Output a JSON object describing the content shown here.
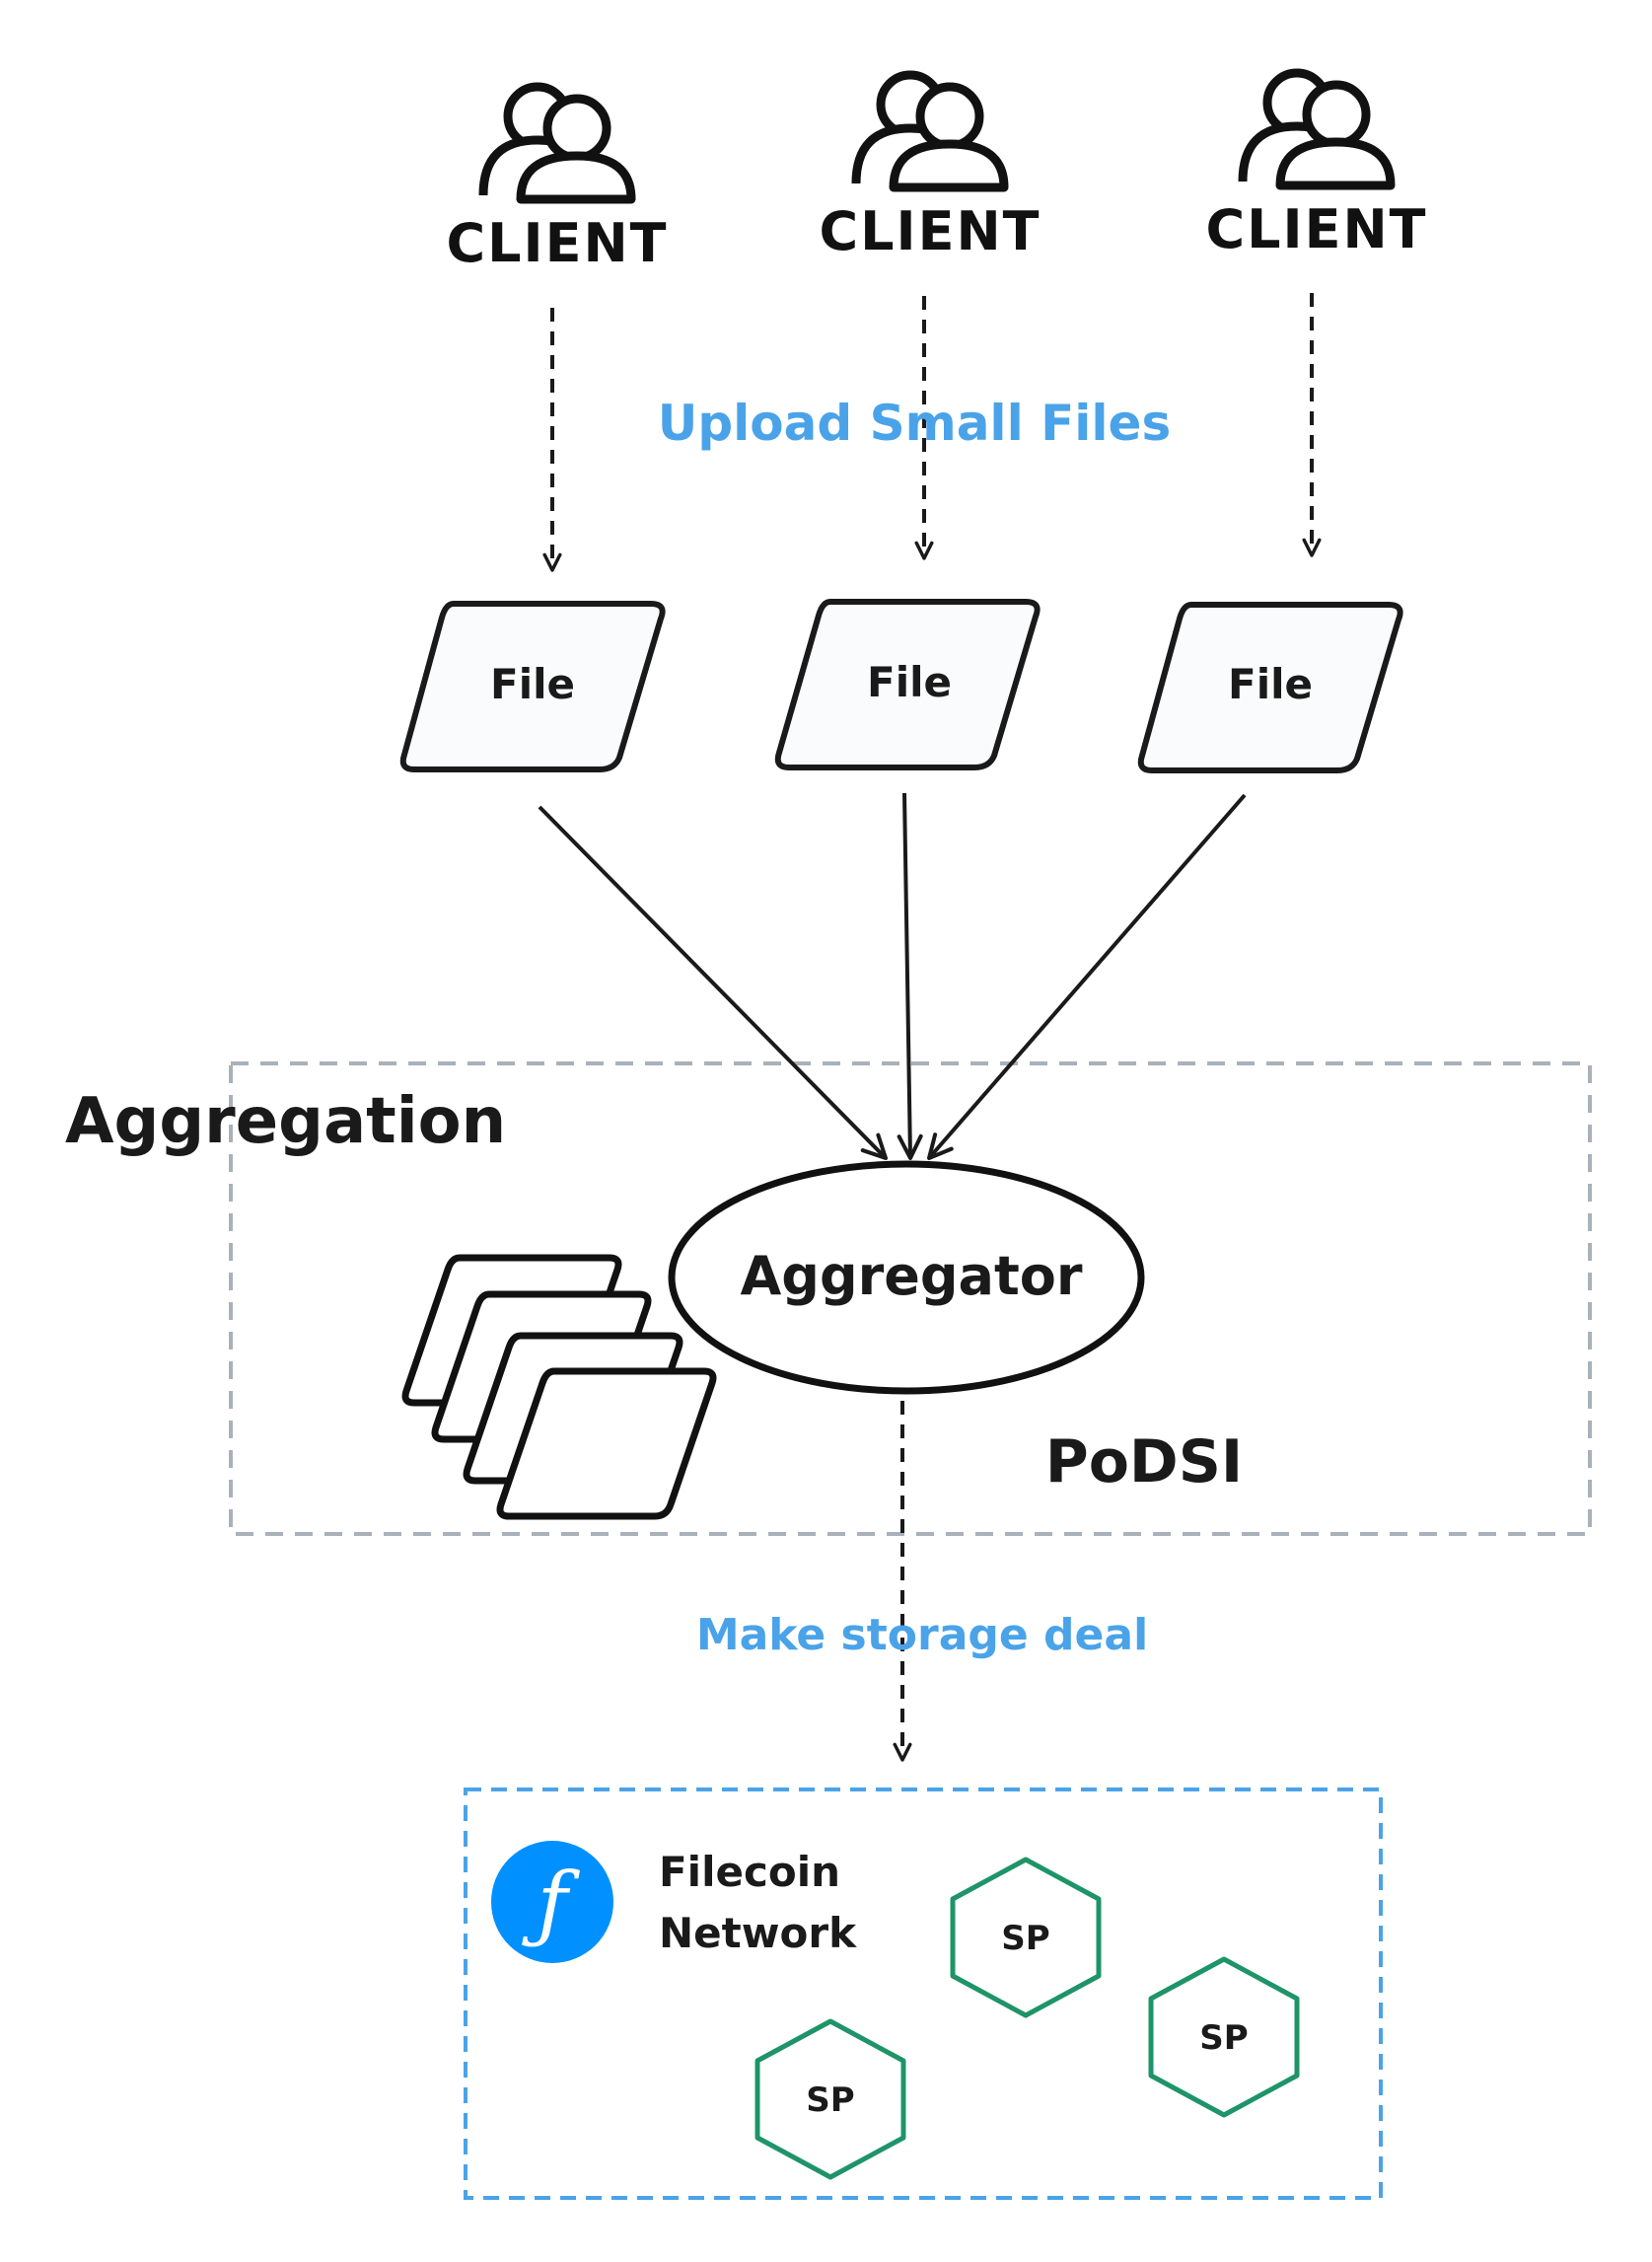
{
  "clients": [
    {
      "label": "CLIENT"
    },
    {
      "label": "CLIENT"
    },
    {
      "label": "CLIENT"
    }
  ],
  "upload_label": "Upload Small Files",
  "files": [
    {
      "label": "File"
    },
    {
      "label": "File"
    },
    {
      "label": "File"
    }
  ],
  "aggregation": {
    "title": "Aggregation",
    "aggregator_label": "Aggregator",
    "proof_label": "PoDSI"
  },
  "deal_label": "Make storage deal",
  "network": {
    "name_line1": "Filecoin",
    "name_line2": "Network",
    "logo_glyph": "ƒ",
    "providers": [
      {
        "label": "SP"
      },
      {
        "label": "SP"
      },
      {
        "label": "SP"
      }
    ]
  },
  "colors": {
    "stroke": "#1a1a1a",
    "accent_blue": "#4aa3e8",
    "filecoin_blue": "#0090ff",
    "provider_green": "#1e9468",
    "aggregation_border": "#a9b1ba"
  }
}
